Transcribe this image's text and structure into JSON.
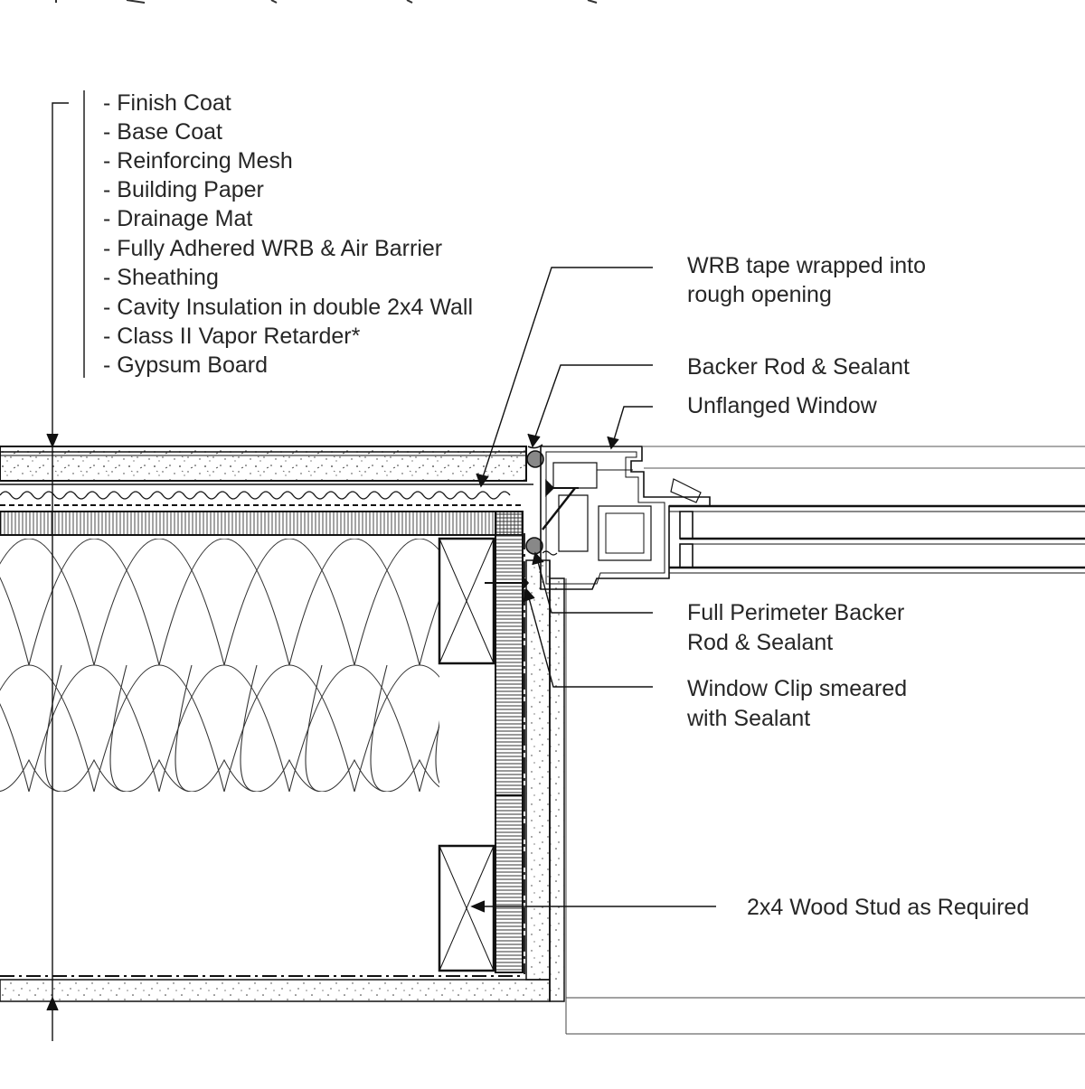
{
  "layers": [
    "- Finish Coat",
    "- Base Coat",
    "- Reinforcing Mesh",
    "- Building Paper",
    "- Drainage Mat",
    "- Fully Adhered WRB & Air Barrier",
    "- Sheathing",
    "- Cavity Insulation in double 2x4 Wall",
    "- Class II Vapor Retarder*",
    "- Gypsum Board"
  ],
  "callouts": {
    "wrb_tape": [
      "WRB tape wrapped into",
      "rough opening"
    ],
    "backer_rod": "Backer Rod & Sealant",
    "unflanged_window": "Unflanged Window",
    "full_perimeter": [
      "Full Perimeter Backer",
      "Rod & Sealant"
    ],
    "window_clip": [
      "Window Clip smeared",
      "with Sealant"
    ],
    "wood_stud": "2x4 Wood Stud as Required"
  }
}
